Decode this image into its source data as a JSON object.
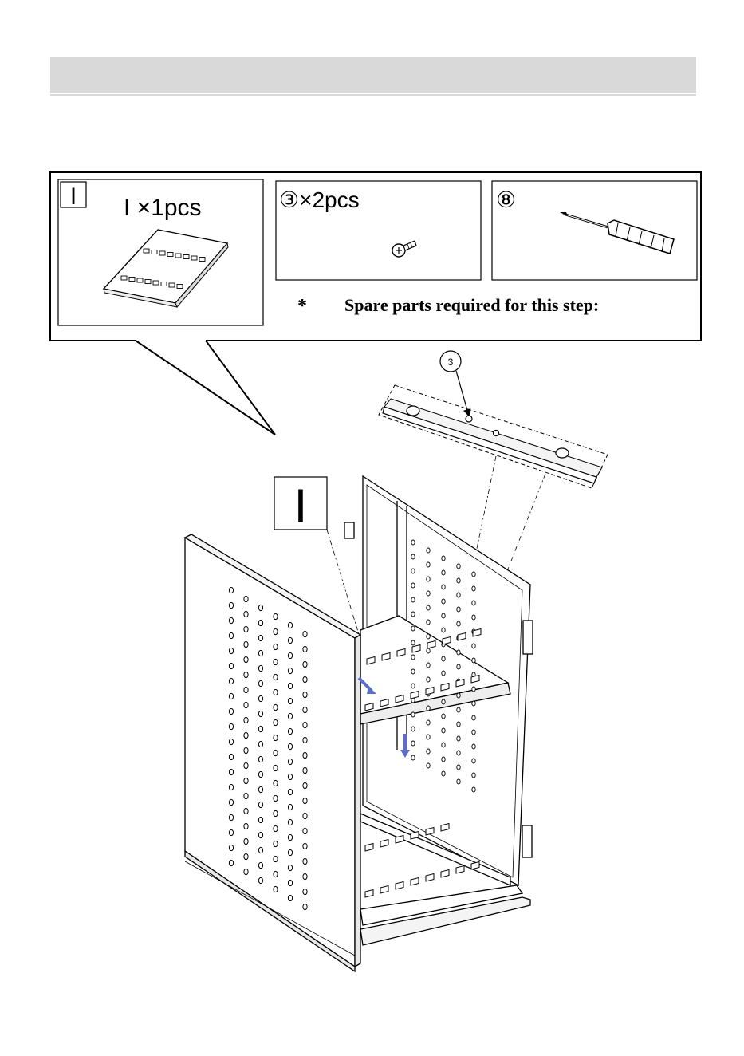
{
  "header": {
    "title": ""
  },
  "callout": {
    "part_i": {
      "tag": "I",
      "label": "I ×1pcs"
    },
    "part_3": {
      "label": "③×2pcs"
    },
    "part_8": {
      "label": "⑧",
      "icon": "screwdriver-icon"
    },
    "note": {
      "asterisk": "*",
      "text": "Spare parts required for this step:"
    }
  },
  "diagram": {
    "panel_tag": "I",
    "screw_callout": "3",
    "arrow_color": "#5b6fc8"
  }
}
